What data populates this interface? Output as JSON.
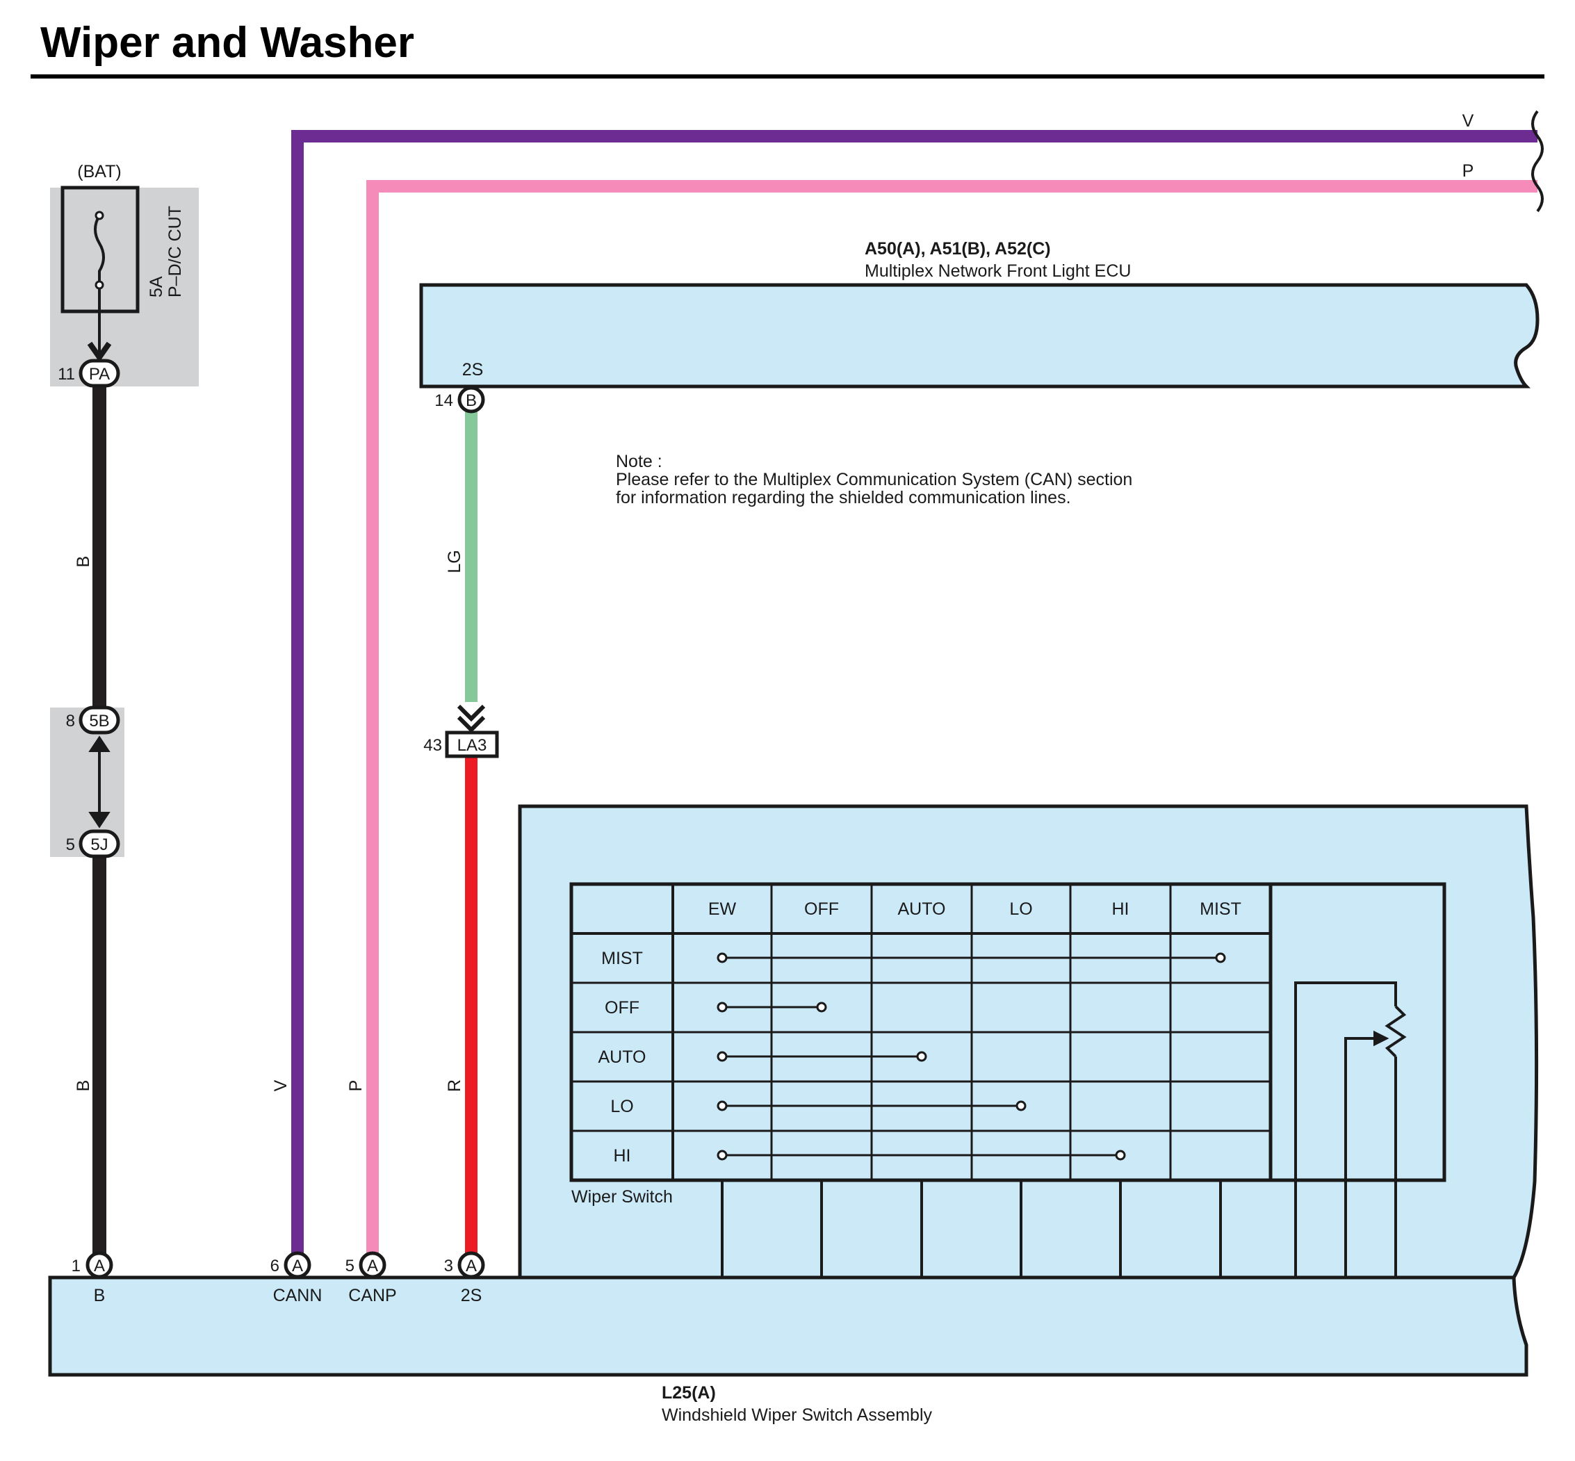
{
  "title": "Wiper and Washer",
  "colors": {
    "violet": "#6d2c91",
    "pink": "#f48bb8",
    "black": "#231f20",
    "light_green": "#85c99a",
    "red": "#ed1c24",
    "component_fill": "#cce9f8",
    "junction_fill": "#d1d2d3"
  },
  "power": {
    "source": "(BAT)",
    "fuse_rating": "5A",
    "fuse_name": "P–D/C CUT"
  },
  "top_wires": {
    "v_label": "V",
    "p_label": "P"
  },
  "ecu": {
    "code": "A50(A), A51(B), A52(C)",
    "name": "Multiplex Network Front Light ECU",
    "terminal": "2S",
    "pin_number": "14",
    "pin_connector": "B"
  },
  "note": {
    "line1": "Note :",
    "line2": "Please refer to the Multiplex Communication System (CAN) section",
    "line3": "for information regarding the shielded communication lines."
  },
  "connectors": {
    "pa": {
      "pin": "11",
      "label": "PA"
    },
    "j5b": {
      "pin": "8",
      "label": "5B"
    },
    "j5j": {
      "pin": "5",
      "label": "5J"
    },
    "la3": {
      "pin": "43",
      "label": "LA3"
    }
  },
  "wire_labels": {
    "b1": "B",
    "b2": "B",
    "v": "V",
    "p": "P",
    "lg": "LG",
    "r": "R"
  },
  "switch_assembly": {
    "code": "L25(A)",
    "name": "Windshield Wiper Switch Assembly",
    "pins": [
      {
        "number": "1",
        "connector": "A",
        "terminal": "B"
      },
      {
        "number": "6",
        "connector": "A",
        "terminal": "CANN"
      },
      {
        "number": "5",
        "connector": "A",
        "terminal": "CANP"
      },
      {
        "number": "3",
        "connector": "A",
        "terminal": "2S"
      }
    ]
  },
  "wiper_switch": {
    "label": "Wiper Switch",
    "columns": [
      "EW",
      "OFF",
      "AUTO",
      "LO",
      "HI",
      "MIST"
    ],
    "rows": [
      {
        "label": "MIST",
        "from": "EW",
        "to": "MIST"
      },
      {
        "label": "OFF",
        "from": "EW",
        "to": "OFF"
      },
      {
        "label": "AUTO",
        "from": "EW",
        "to": "AUTO"
      },
      {
        "label": "LO",
        "from": "EW",
        "to": "LO"
      },
      {
        "label": "HI",
        "from": "EW",
        "to": "HI"
      }
    ]
  }
}
